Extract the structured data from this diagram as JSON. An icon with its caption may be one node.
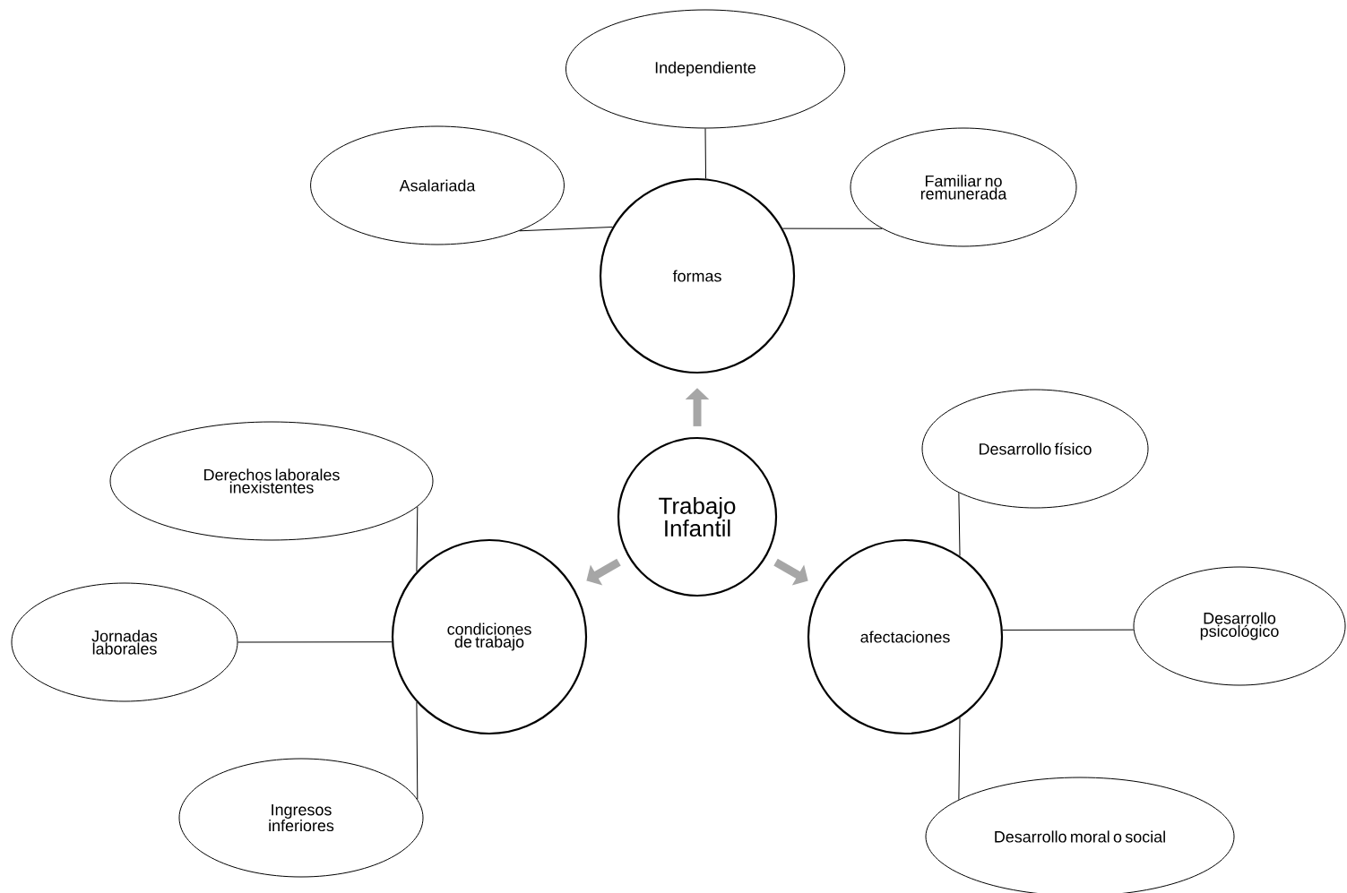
{
  "diagram": {
    "nodes": [
      {
        "text": [
          "Trabajo Infantil"
        ]
      },
      {
        "text": [
          "formas"
        ]
      },
      {
        "text": [
          "condiciones de trabajo"
        ]
      },
      {
        "text": [
          "afectaciones"
        ]
      },
      {
        "text": [
          "Independiente"
        ]
      },
      {
        "text": [
          "Asalariada"
        ]
      },
      {
        "text": [
          "Familiar no remunerada"
        ]
      },
      {
        "text": [
          "Derechos laborales inexistentes"
        ]
      },
      {
        "text": [
          "Jornadas laborales"
        ]
      },
      {
        "text": [
          "Ingresos inferiores"
        ]
      },
      {
        "text": [
          "Desarrollo físico"
        ]
      },
      {
        "text": [
          "Desarrollo psicológico"
        ]
      },
      {
        "text": [
          "Desarrollo moral o social"
        ]
      }
    ],
    "edges": [
      {
        "from": 0,
        "to": 1,
        "arrow": "to",
        "style": "thick",
        "color": "#a6a6a6"
      },
      {
        "from": 0,
        "to": 2,
        "arrow": "to",
        "style": "thick",
        "color": "#a6a6a6"
      },
      {
        "from": 0,
        "to": 3,
        "arrow": "to",
        "style": "thick",
        "color": "#a6a6a6"
      },
      {
        "from": 1,
        "to": 4,
        "arrow": "none"
      },
      {
        "from": 1,
        "to": 5,
        "arrow": "none"
      },
      {
        "from": 1,
        "to": 6,
        "arrow": "none"
      },
      {
        "from": 2,
        "to": 7,
        "arrow": "none"
      },
      {
        "from": 2,
        "to": 8,
        "arrow": "none"
      },
      {
        "from": 2,
        "to": 9,
        "arrow": "none"
      },
      {
        "from": 3,
        "to": 10,
        "arrow": "none"
      },
      {
        "from": 3,
        "to": 11,
        "arrow": "none"
      },
      {
        "from": 3,
        "to": 12,
        "arrow": "none"
      }
    ]
  }
}
